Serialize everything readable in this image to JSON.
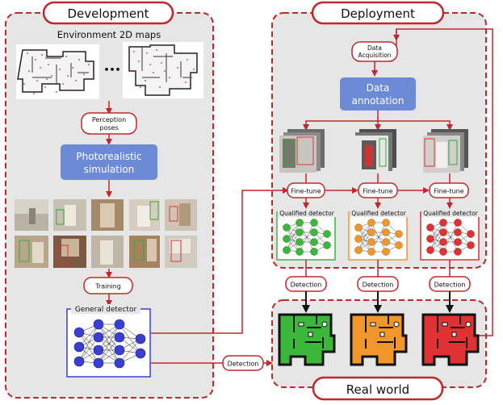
{
  "panels": {
    "development": "Development",
    "deployment": "Deployment",
    "real_world": "Real world"
  },
  "development": {
    "maps_label": "Environment 2D maps",
    "ellipsis": "•••",
    "perception_poses": [
      "Perception",
      "poses"
    ],
    "simulation": [
      "Photorealistic",
      "simulation"
    ],
    "training": "Training",
    "general_detector": "General detector"
  },
  "deployment": {
    "data_acquisition": [
      "Data",
      "Acquisition"
    ],
    "data_annotation": [
      "Data",
      "annotation"
    ],
    "fine_tune": "Fine-tune",
    "qualified_detector": "Qualified detector",
    "detection": "Detection"
  },
  "bottom": {
    "detection": "Detection"
  },
  "colors": {
    "panel_border": "#c0282c",
    "panel_fill": "#e6e6e6",
    "box_blue": "#6d8ad6",
    "arrow_red": "#c0282c",
    "general_net": "#3a3fd1",
    "qualified": [
      "#3bb83b",
      "#f0962b",
      "#e03232"
    ]
  }
}
